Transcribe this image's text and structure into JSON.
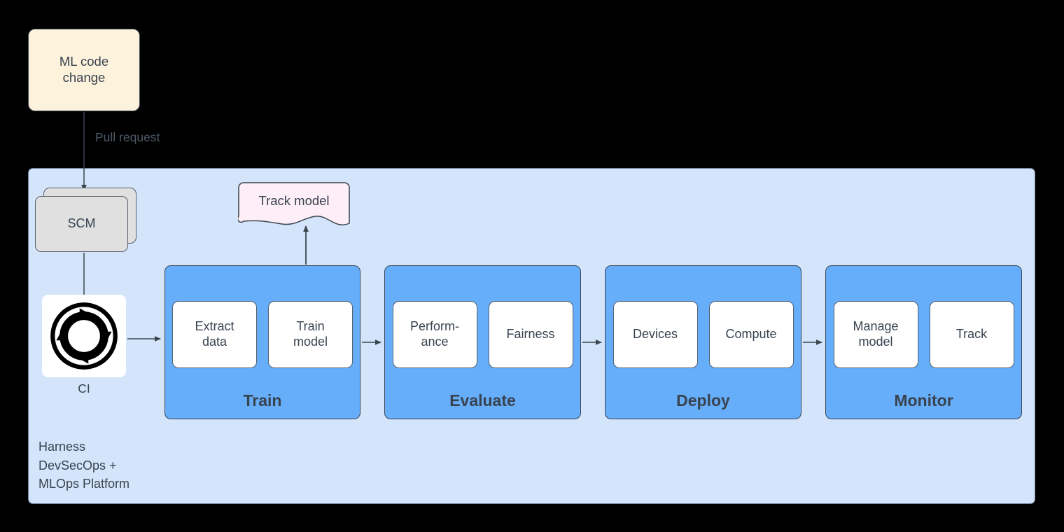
{
  "diagram": {
    "title": "Harness DevSecOps + MLOps Platform ML pipeline",
    "colors": {
      "background": "#000000",
      "platform_fill": "#d4e5fb",
      "platform_stroke": "#6b7f94",
      "stage_fill": "#66adfa",
      "stage_stroke": "#3c4650",
      "item_fill": "#ffffff",
      "item_stroke": "#55606b",
      "source_fill": "#fdf2dc",
      "scm_fill": "#e0e0e0",
      "doc_fill": "#fdeef7",
      "text": "#38434f",
      "edge_label": "#4d5966"
    }
  },
  "source_node": {
    "name": "ML code change",
    "label": "ML code\nchange"
  },
  "edges": {
    "pull_request_label": "Pull request"
  },
  "platform": {
    "label": "Harness\nDevSecOps +\nMLOps Platform"
  },
  "scm_node": {
    "label": "SCM"
  },
  "ci_node": {
    "icon": "continuous-integration-icon",
    "label": "CI"
  },
  "track_model_doc": {
    "label": "Track model"
  },
  "stages": [
    {
      "id": "train",
      "title": "Train",
      "items": [
        {
          "label": "Extract\ndata"
        },
        {
          "label": "Train\nmodel"
        }
      ]
    },
    {
      "id": "evaluate",
      "title": "Evaluate",
      "items": [
        {
          "label": "Perform-\nance"
        },
        {
          "label": "Fairness"
        }
      ]
    },
    {
      "id": "deploy",
      "title": "Deploy",
      "items": [
        {
          "label": "Devices"
        },
        {
          "label": "Compute"
        }
      ]
    },
    {
      "id": "monitor",
      "title": "Monitor",
      "items": [
        {
          "label": "Manage\nmodel"
        },
        {
          "label": "Track"
        }
      ]
    }
  ]
}
